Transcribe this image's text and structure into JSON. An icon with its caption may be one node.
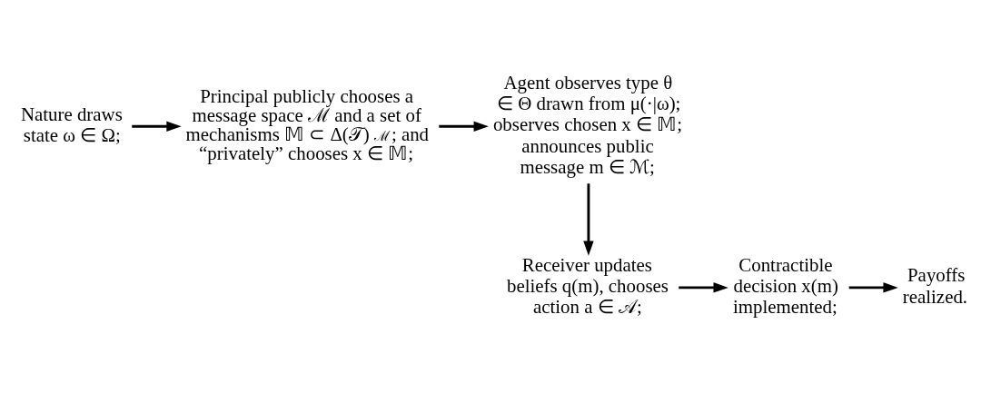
{
  "diagram": {
    "nodes": [
      {
        "text": [
          "Nature draws state ω ∈ Ω;"
        ]
      },
      {
        "text": [
          "Principal publicly chooses a message space ℳ and a set of mechanisms 𝕄 ⊂ Δ(𝒯)$^{ℳ}$; and “privately” chooses x ∈ 𝕄;"
        ]
      },
      {
        "text": [
          "Agent observes type θ ∈ Θ drawn from μ(·|ω); observes chosen x ∈ 𝕄; announces public message m ∈ ℳ;"
        ]
      },
      {
        "text": [
          "Receiver updates beliefs q(m), chooses action a ∈ 𝒜;"
        ]
      },
      {
        "text": [
          "Contractible decision x(m) implemented;"
        ]
      },
      {
        "text": [
          "Payoffs realized."
        ]
      }
    ],
    "edges": [
      {
        "from": 0,
        "to": 1,
        "arrow": "to"
      },
      {
        "from": 1,
        "to": 2,
        "arrow": "to"
      },
      {
        "from": 2,
        "to": 3,
        "arrow": "to"
      },
      {
        "from": 3,
        "to": 4,
        "arrow": "to"
      },
      {
        "from": 4,
        "to": 5,
        "arrow": "to"
      }
    ]
  }
}
